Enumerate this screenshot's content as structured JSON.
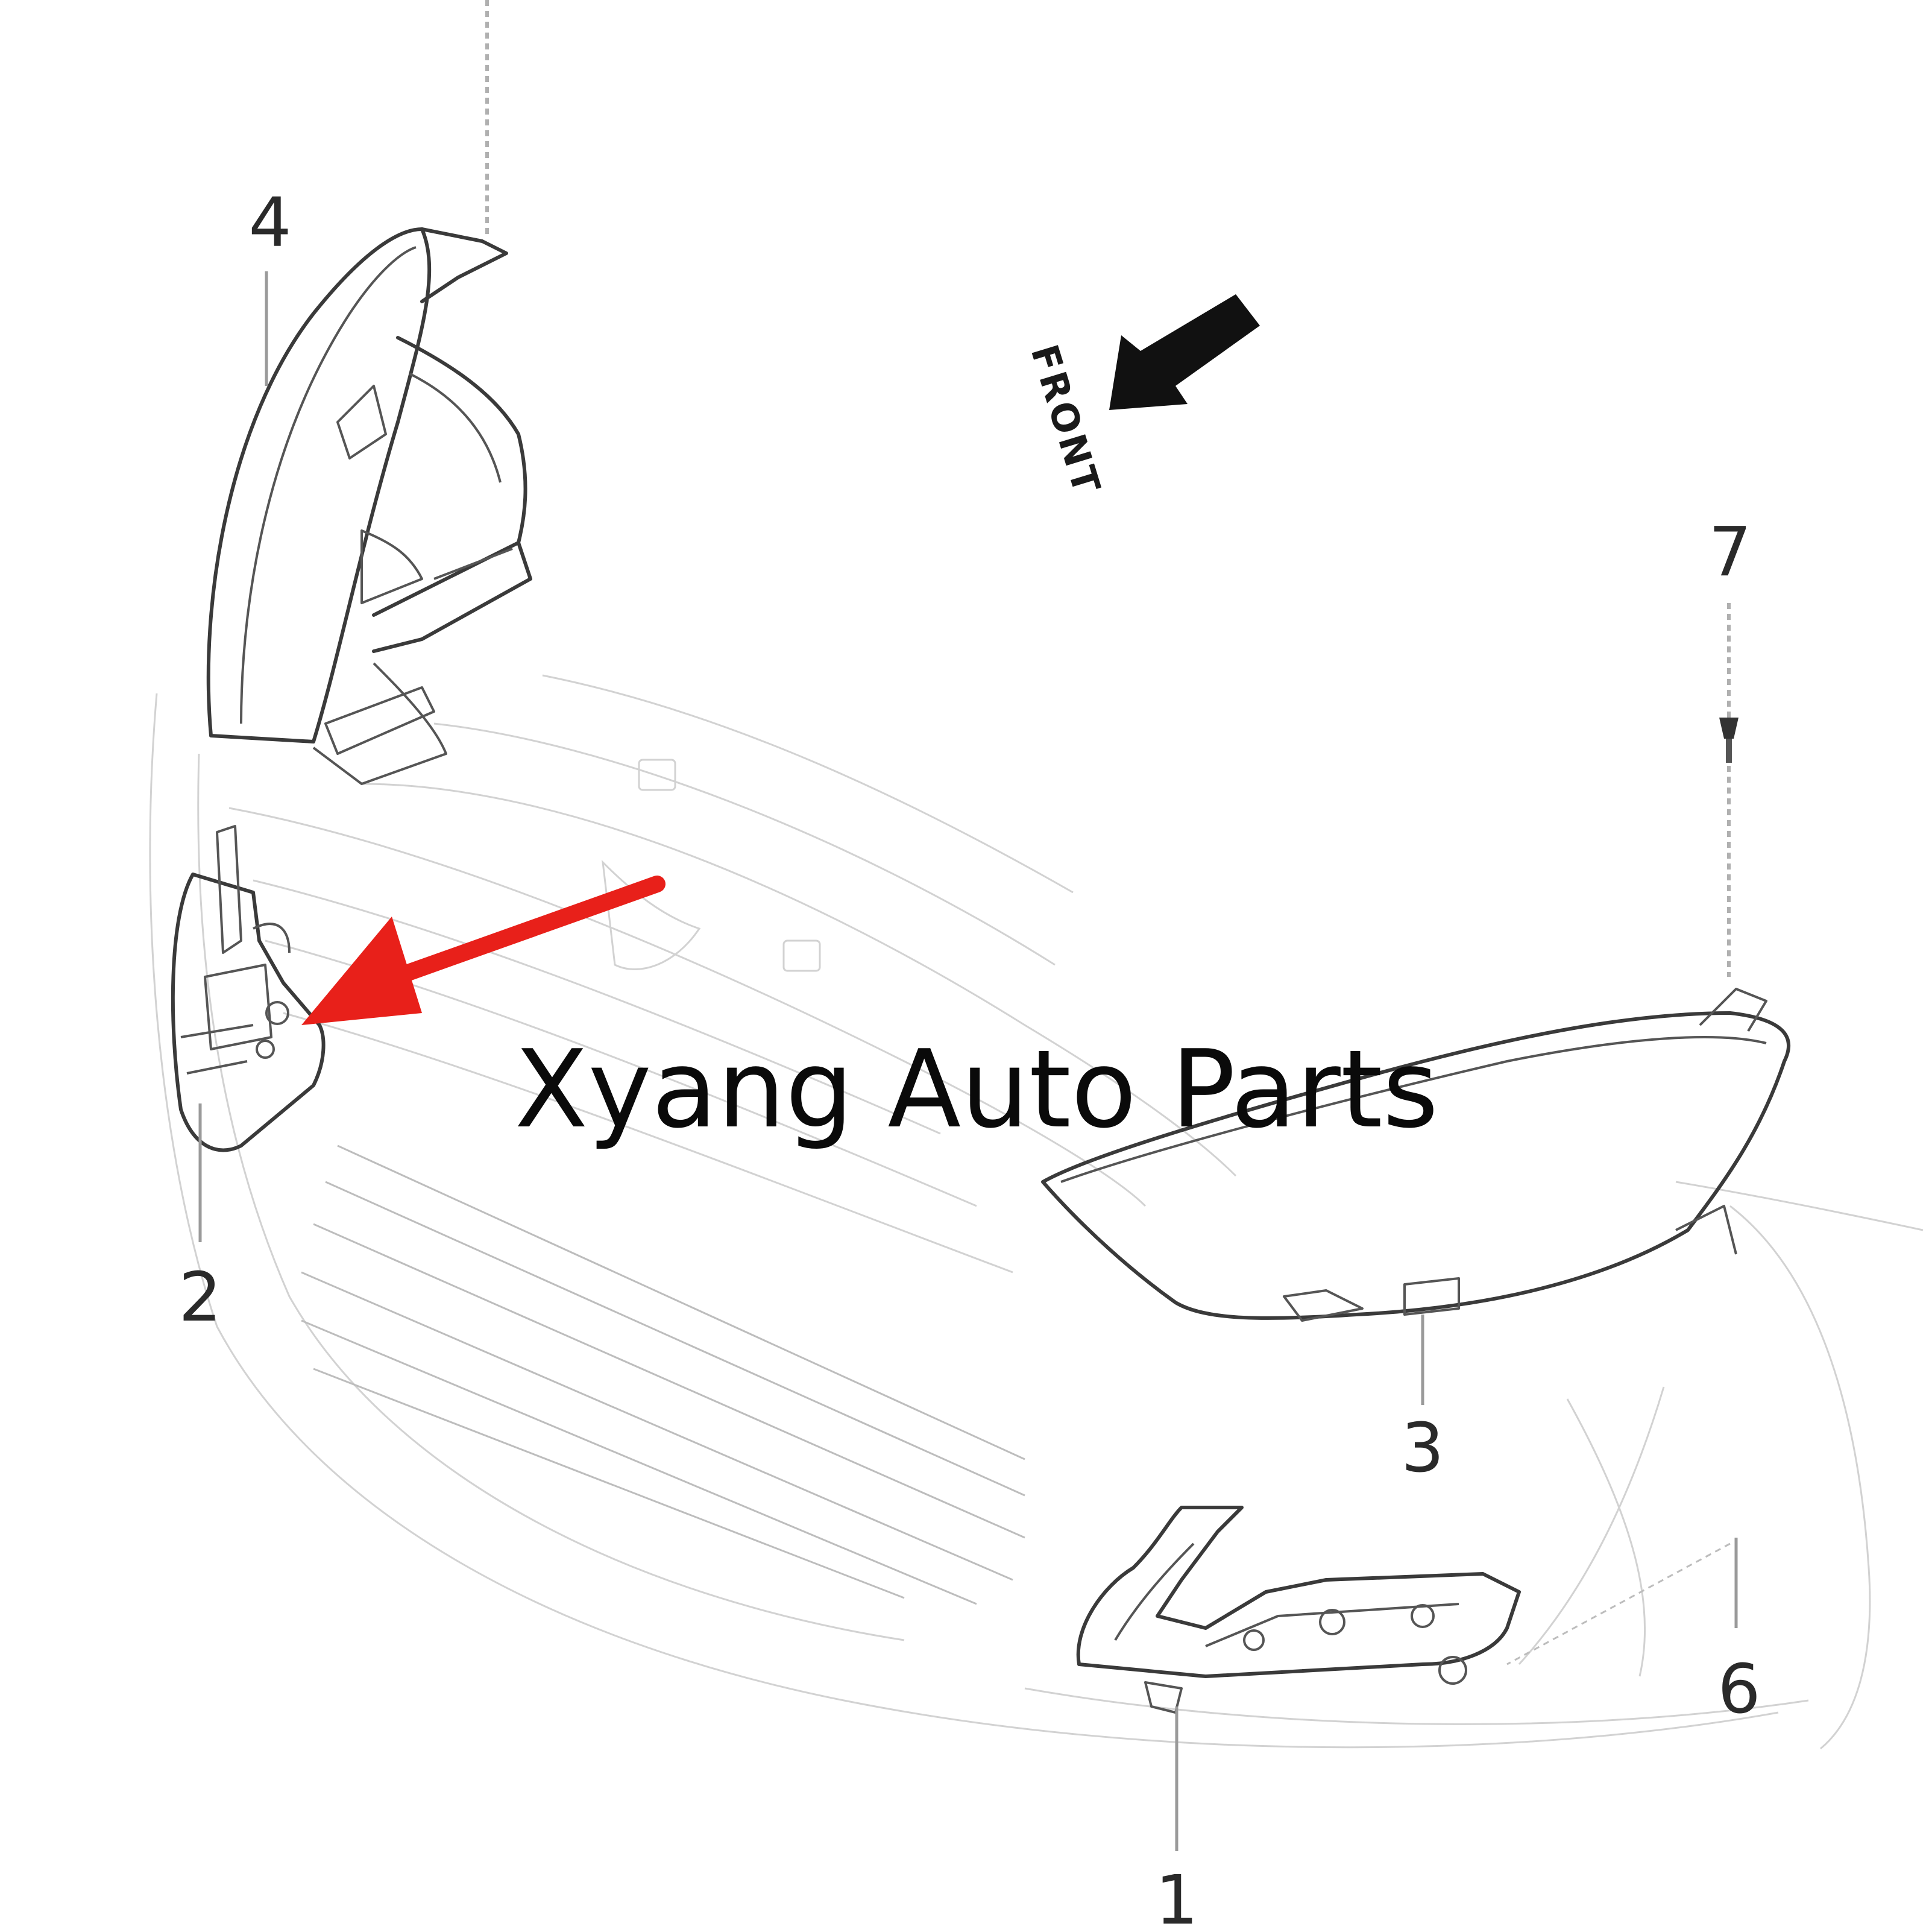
{
  "diagram": {
    "callouts": [
      {
        "id": "1",
        "label": "1"
      },
      {
        "id": "2",
        "label": "2"
      },
      {
        "id": "3",
        "label": "3"
      },
      {
        "id": "4",
        "label": "4"
      },
      {
        "id": "6",
        "label": "6"
      },
      {
        "id": "7",
        "label": "7"
      }
    ],
    "direction_label": "FRONT",
    "watermark": "Xyang Auto Parts",
    "colors": {
      "highlight_arrow": "#e8201a",
      "direction_arrow": "#111111",
      "part_outline": "#3a3a3a",
      "body_outline": "#d2d2d2"
    }
  }
}
